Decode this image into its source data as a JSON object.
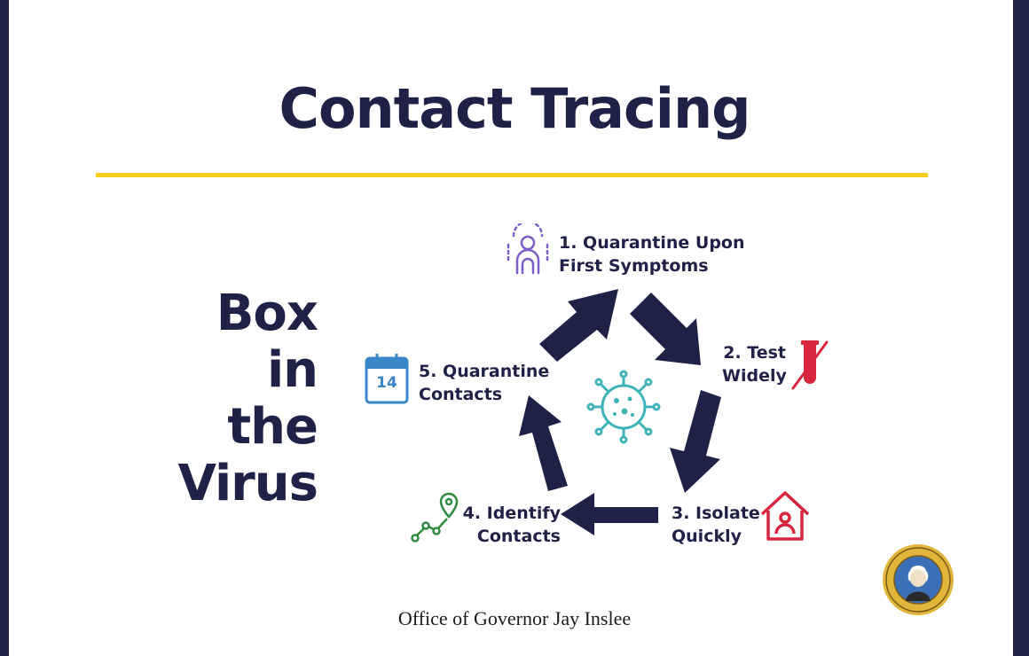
{
  "title": "Contact Tracing",
  "slogan": [
    "Box",
    "in",
    "the",
    "Virus"
  ],
  "steps": [
    {
      "line1": "1.  Quarantine Upon",
      "line2": "First Symptoms",
      "icon": "person-quarantine-icon",
      "color": "#7b5fc7"
    },
    {
      "line1": "2. Test",
      "line2": "Widely",
      "icon": "test-tube-icon",
      "color": "#d7263d"
    },
    {
      "line1": "3. Isolate",
      "line2": "Quickly",
      "icon": "house-isolate-icon",
      "color": "#d7263d"
    },
    {
      "line1": "4. Identify",
      "line2": "Contacts",
      "icon": "contact-trace-icon",
      "color": "#2e8b3f"
    },
    {
      "line1": "5. Quarantine",
      "line2": "Contacts",
      "icon": "calendar-icon",
      "color": "#3a86c8"
    }
  ],
  "calendar_number": "14",
  "center_icon": "virus-icon",
  "footer": "Office of Governor Jay Inslee",
  "seal": "state-seal-icon",
  "colors": {
    "navy": "#1f2147",
    "yellow": "#f5cf19",
    "teal": "#3fb3b9",
    "red": "#d7263d",
    "purple": "#7b5fc7",
    "green": "#2e8b3f",
    "blue": "#3a86c8"
  }
}
